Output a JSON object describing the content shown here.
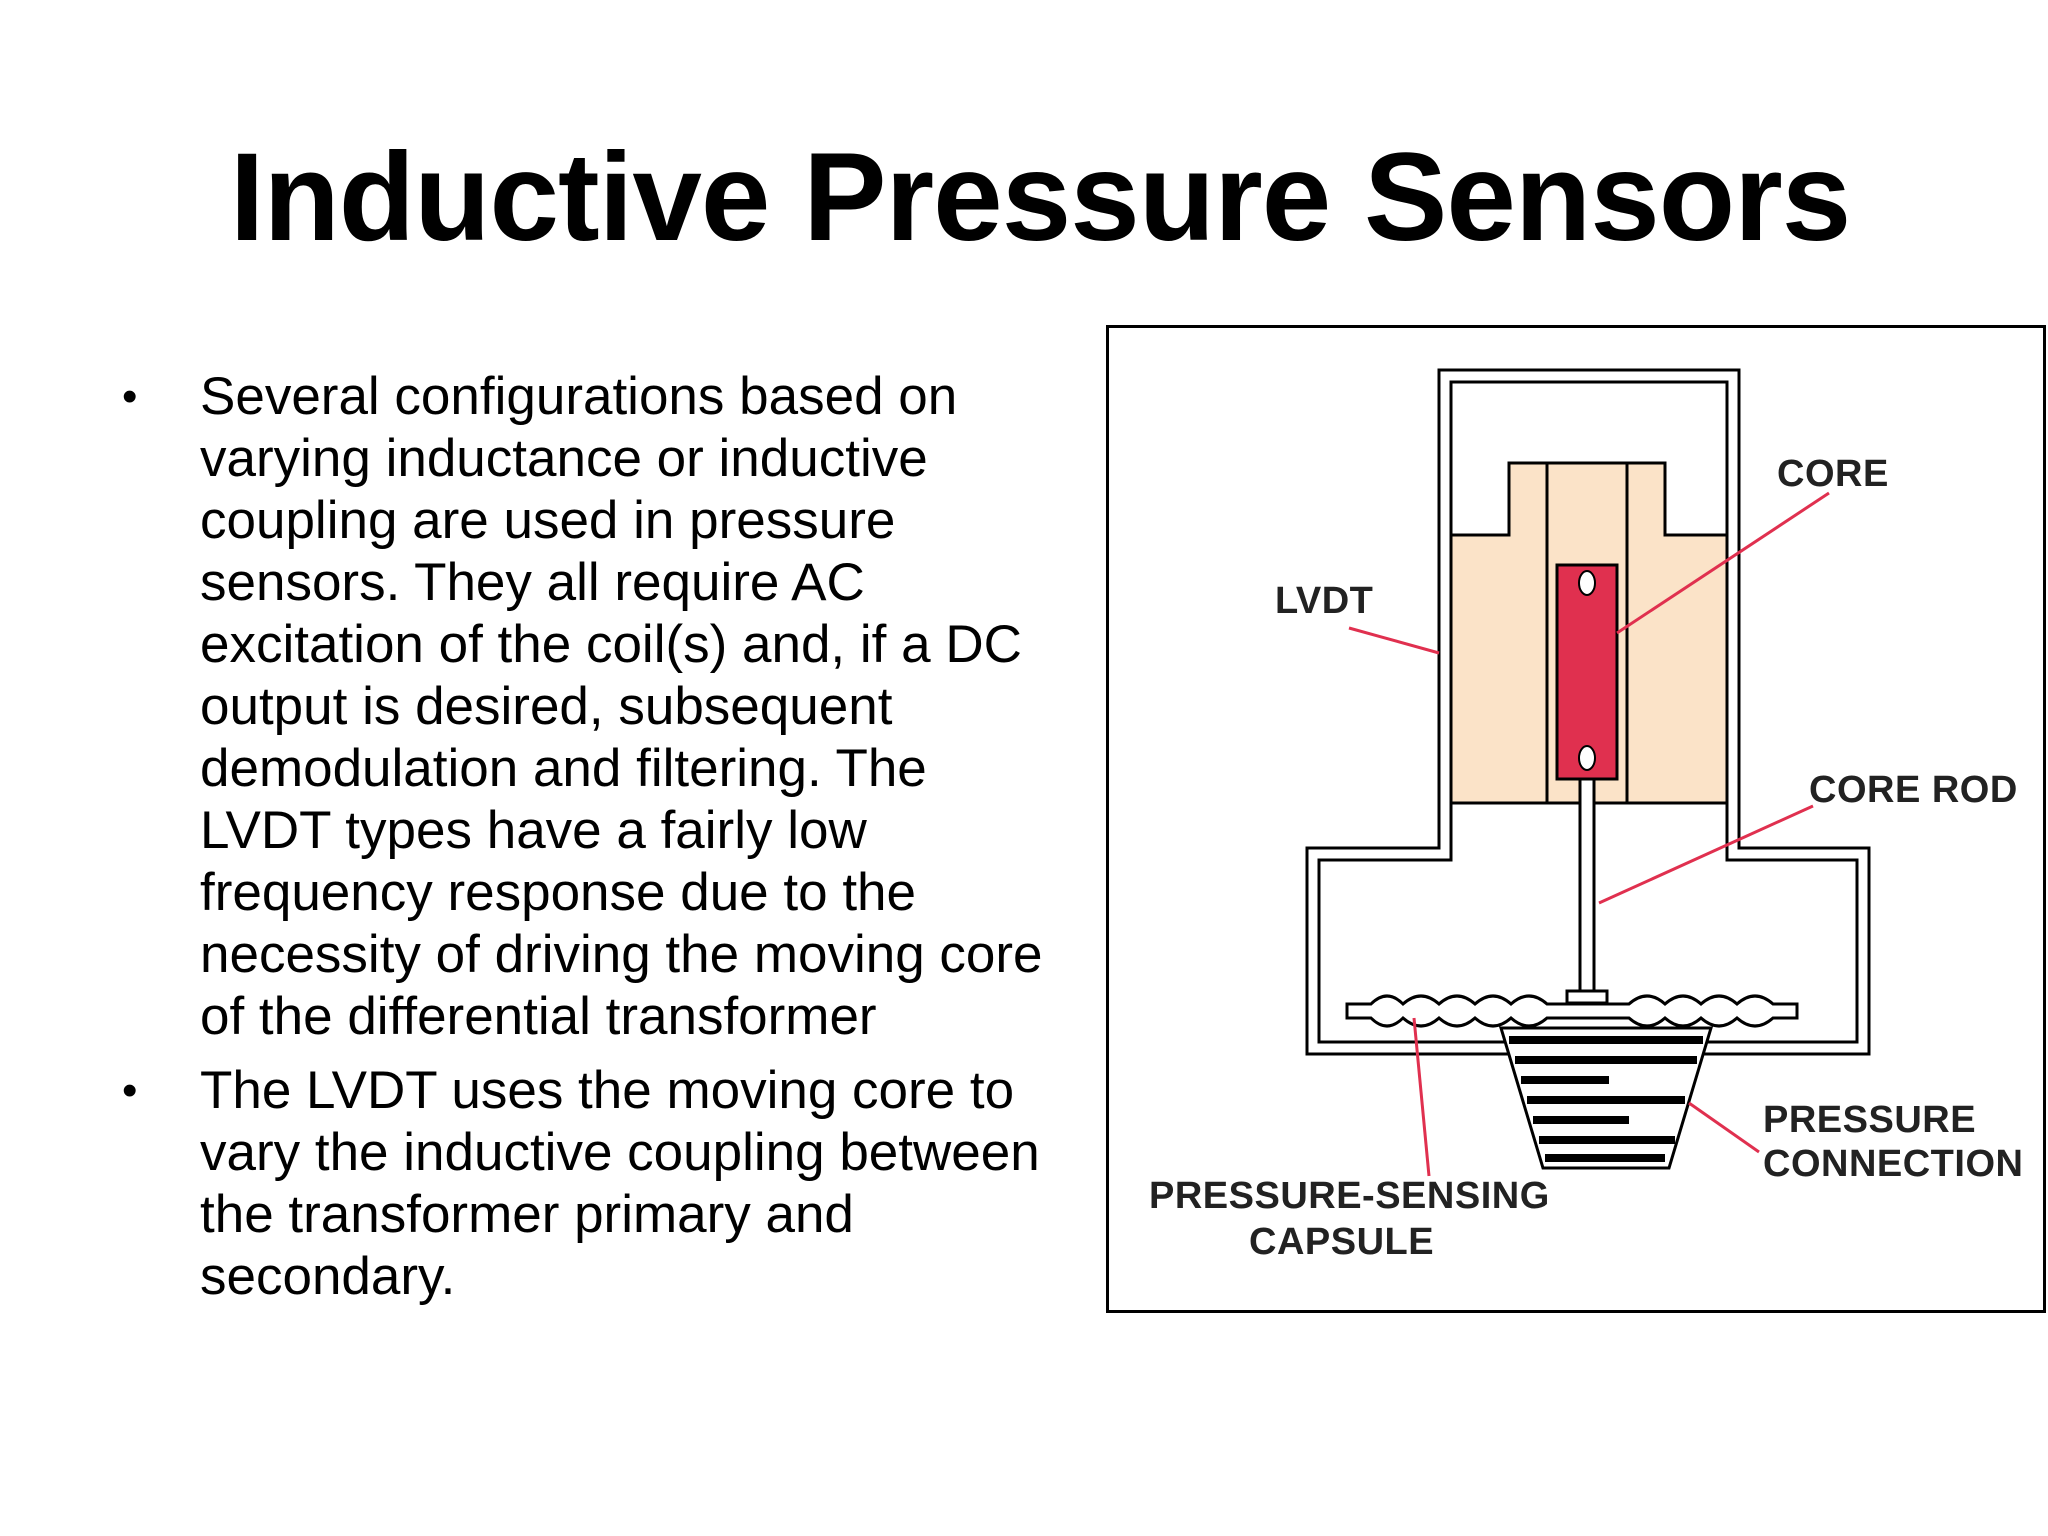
{
  "slide": {
    "title": "Inductive Pressure Sensors",
    "bullets": [
      "Several configurations based on varying inductance or inductive coupling are used in pressure sensors. They all require AC excitation of the coil(s) and, if a DC output is desired, subsequent demodulation and filtering. The LVDT types have a fairly low frequency response due to the necessity of driving the moving core of the differential transformer",
      "The LVDT uses the moving core to vary the inductive coupling between the transformer primary and secondary."
    ],
    "bullet_symbol": "•"
  },
  "figure": {
    "labels": {
      "core": "CORE",
      "lvdt": "LVDT",
      "core_rod": "CORE ROD",
      "pressure_connection_1": "PRESSURE",
      "pressure_connection_2": "CONNECTION",
      "capsule_1": "PRESSURE-SENSING",
      "capsule_2": "CAPSULE"
    },
    "colors": {
      "coil_fill": "#fbe3c8",
      "core_fill": "#e0304f",
      "leader_line": "#e0304f",
      "outline": "#000000"
    }
  }
}
